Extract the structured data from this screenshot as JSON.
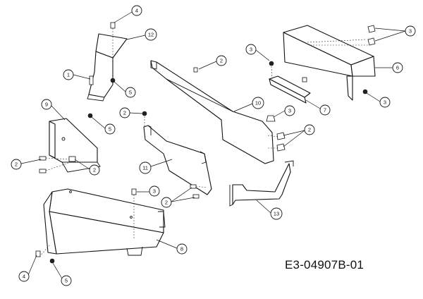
{
  "document_id": "E3-04907B-01",
  "callouts": [
    {
      "id": "c1",
      "label": "1"
    },
    {
      "id": "c2a",
      "label": "2"
    },
    {
      "id": "c2b",
      "label": "2"
    },
    {
      "id": "c2c",
      "label": "2"
    },
    {
      "id": "c2d",
      "label": "2"
    },
    {
      "id": "c2e",
      "label": "2"
    },
    {
      "id": "c2f",
      "label": "2"
    },
    {
      "id": "c3a",
      "label": "3"
    },
    {
      "id": "c3b",
      "label": "3"
    },
    {
      "id": "c3c",
      "label": "3"
    },
    {
      "id": "c3d",
      "label": "3"
    },
    {
      "id": "c3e",
      "label": "3"
    },
    {
      "id": "c4a",
      "label": "4"
    },
    {
      "id": "c4b",
      "label": "4"
    },
    {
      "id": "c5a",
      "label": "5"
    },
    {
      "id": "c5b",
      "label": "5"
    },
    {
      "id": "c5c",
      "label": "5"
    },
    {
      "id": "c6",
      "label": "6"
    },
    {
      "id": "c7",
      "label": "7"
    },
    {
      "id": "c8",
      "label": "8"
    },
    {
      "id": "c9",
      "label": "9"
    },
    {
      "id": "c10",
      "label": "10"
    },
    {
      "id": "c11",
      "label": "11"
    },
    {
      "id": "c12",
      "label": "12"
    },
    {
      "id": "c13",
      "label": "13"
    }
  ]
}
